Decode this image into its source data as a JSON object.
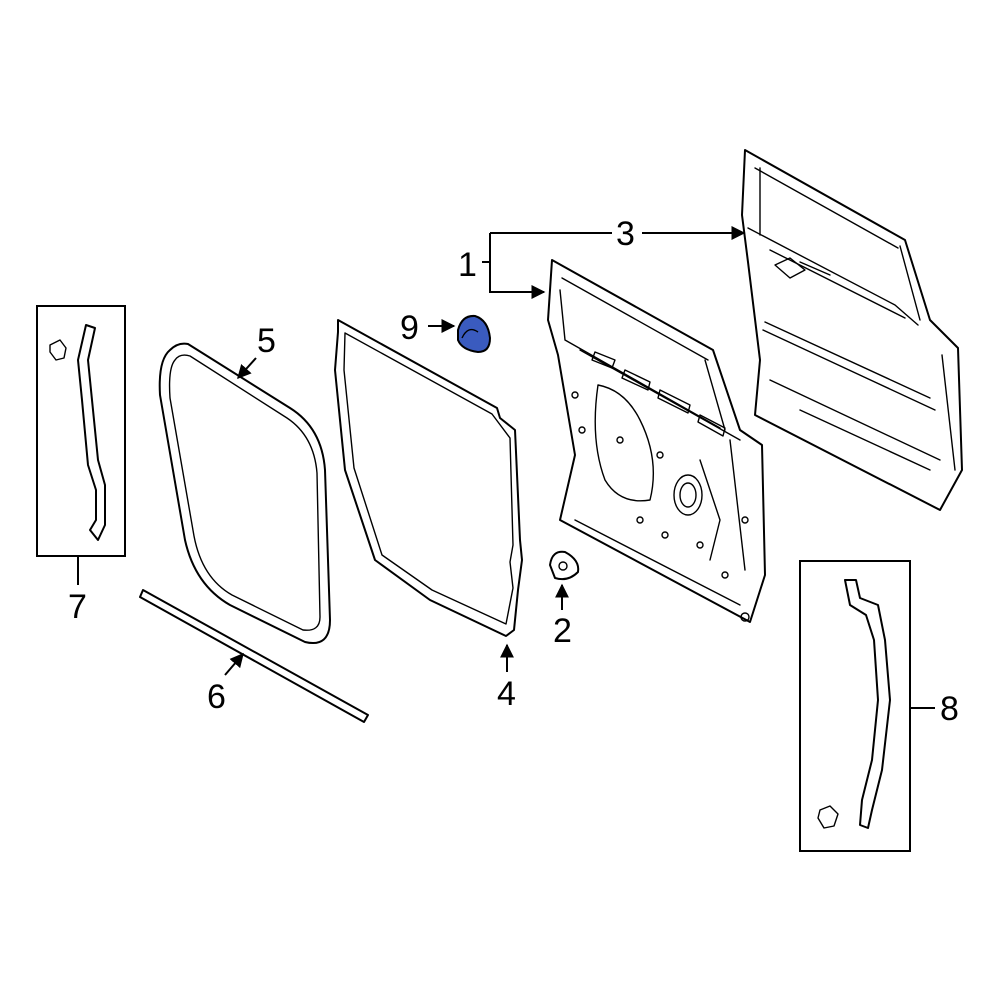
{
  "colors": {
    "line": "#000000",
    "highlight_fill": "#3a5bbf",
    "background": "#ffffff"
  },
  "callouts": {
    "c1": "1",
    "c2": "2",
    "c3": "3",
    "c4": "4",
    "c5": "5",
    "c6": "6",
    "c7": "7",
    "c8": "8",
    "c9": "9"
  }
}
